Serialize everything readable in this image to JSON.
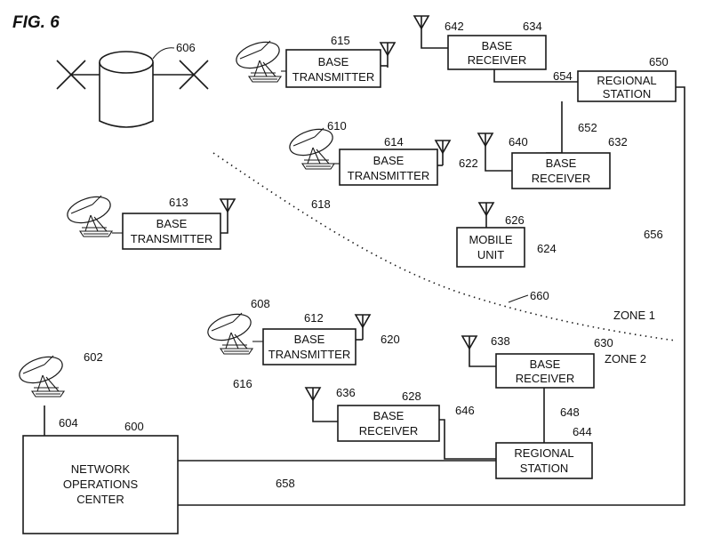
{
  "figure_label": "FIG. 6",
  "nodes": {
    "noc": {
      "line1": "NETWORK",
      "line2": "OPERATIONS",
      "line3": "CENTER",
      "ref": "600"
    },
    "bt615": {
      "line1": "BASE",
      "line2": "TRANSMITTER",
      "ref": "615"
    },
    "bt614": {
      "line1": "BASE",
      "line2": "TRANSMITTER",
      "ref": "614"
    },
    "bt613": {
      "line1": "BASE",
      "line2": "TRANSMITTER",
      "ref": "613"
    },
    "bt612": {
      "line1": "BASE",
      "line2": "TRANSMITTER",
      "ref": "612"
    },
    "br634": {
      "line1": "BASE",
      "line2": "RECEIVER",
      "ref": "634"
    },
    "br632": {
      "line1": "BASE",
      "line2": "RECEIVER",
      "ref": "632"
    },
    "br630": {
      "line1": "BASE",
      "line2": "RECEIVER",
      "ref": "630"
    },
    "br628": {
      "line1": "BASE",
      "line2": "RECEIVER",
      "ref": "628"
    },
    "rs650": {
      "line1": "REGIONAL",
      "line2": "STATION",
      "ref": "650"
    },
    "rs644": {
      "line1": "REGIONAL",
      "line2": "STATION",
      "ref": "644"
    },
    "mu624": {
      "line1": "MOBILE",
      "line2": "UNIT",
      "ref": "624"
    }
  },
  "refs": {
    "db": "606",
    "dish602": "602",
    "link604": "604",
    "dish610": "610",
    "dish618": "618",
    "ant622": "622",
    "ant640": "640",
    "ant642": "642",
    "link654": "654",
    "link652": "652",
    "link656": "656",
    "ant626": "626",
    "zone660": "660",
    "dish608": "608",
    "dish616": "616",
    "ant620": "620",
    "ant638": "638",
    "ant636": "636",
    "link646": "646",
    "link648": "648",
    "link658": "658"
  },
  "zones": {
    "zone1": "ZONE 1",
    "zone2": "ZONE 2"
  }
}
